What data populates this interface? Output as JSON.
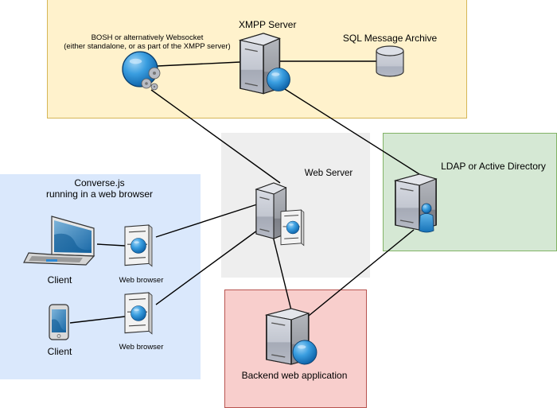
{
  "zones": {
    "xmpp": {
      "color_fill": "#fff2cc",
      "color_stroke": "#d6b656"
    },
    "client": {
      "title_line1": "Converse.js",
      "title_line2": "running in a web browser",
      "color_fill": "#dae8fc"
    },
    "web_server": {
      "title": "Web Server",
      "color_fill": "#eeeeee"
    },
    "ldap": {
      "title": "LDAP or Active Directory",
      "color_fill": "#d5e8d4",
      "color_stroke": "#82b366"
    },
    "backend": {
      "title": "Backend web application",
      "color_fill": "#f8cecc",
      "color_stroke": "#b85450"
    }
  },
  "nodes": {
    "bosh": {
      "label_line1": "BOSH or alternatively Websocket",
      "label_line2": "(either standalone, or as part of the XMPP server)",
      "icon": "globe-gears-icon"
    },
    "xmpp_server": {
      "label": "XMPP Server",
      "icon": "server-globe-icon"
    },
    "sql_archive": {
      "label": "SQL Message Archive",
      "icon": "database-icon"
    },
    "web_server": {
      "icon": "server-webpage-icon"
    },
    "ldap_server": {
      "icon": "server-user-icon"
    },
    "backend_server": {
      "icon": "server-globe-icon"
    },
    "laptop_client": {
      "label": "Client",
      "icon": "laptop-icon"
    },
    "tablet_client": {
      "label": "Client",
      "icon": "tablet-icon"
    },
    "browser_1": {
      "label": "Web browser",
      "icon": "web-browser-icon"
    },
    "browser_2": {
      "label": "Web browser",
      "icon": "web-browser-icon"
    }
  },
  "connections": [
    {
      "from": "bosh",
      "to": "xmpp_server"
    },
    {
      "from": "xmpp_server",
      "to": "sql_archive"
    },
    {
      "from": "bosh",
      "to": "web_server"
    },
    {
      "from": "xmpp_server",
      "to": "ldap_server"
    },
    {
      "from": "browser_1",
      "to": "web_server"
    },
    {
      "from": "browser_2",
      "to": "web_server"
    },
    {
      "from": "laptop_client",
      "to": "browser_1"
    },
    {
      "from": "tablet_client",
      "to": "browser_2"
    },
    {
      "from": "web_server",
      "to": "backend_server"
    },
    {
      "from": "backend_server",
      "to": "ldap_server"
    }
  ]
}
